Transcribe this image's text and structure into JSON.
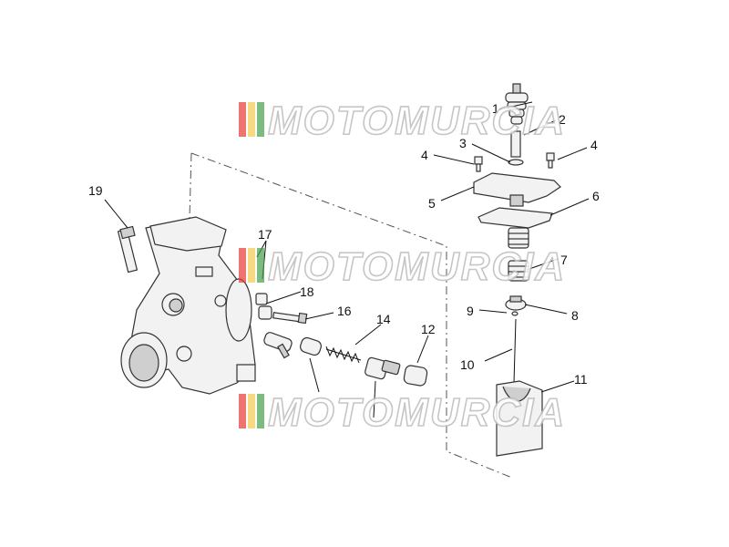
{
  "watermark": {
    "text": "MOTOMURCIA",
    "stripe_colors": [
      "#e53935",
      "#f2c94c",
      "#43a047"
    ]
  },
  "callouts": [
    {
      "id": "1",
      "label": "1"
    },
    {
      "id": "2",
      "label": "2"
    },
    {
      "id": "3",
      "label": "3"
    },
    {
      "id": "4a",
      "label": "4"
    },
    {
      "id": "4b",
      "label": "4"
    },
    {
      "id": "5",
      "label": "5"
    },
    {
      "id": "6",
      "label": "6"
    },
    {
      "id": "7",
      "label": "7"
    },
    {
      "id": "8",
      "label": "8"
    },
    {
      "id": "9",
      "label": "9"
    },
    {
      "id": "10",
      "label": "10"
    },
    {
      "id": "11",
      "label": "11"
    },
    {
      "id": "12",
      "label": "12"
    },
    {
      "id": "14",
      "label": "14"
    },
    {
      "id": "16",
      "label": "16"
    },
    {
      "id": "17",
      "label": "17"
    },
    {
      "id": "18",
      "label": "18"
    },
    {
      "id": "19",
      "label": "19"
    }
  ]
}
